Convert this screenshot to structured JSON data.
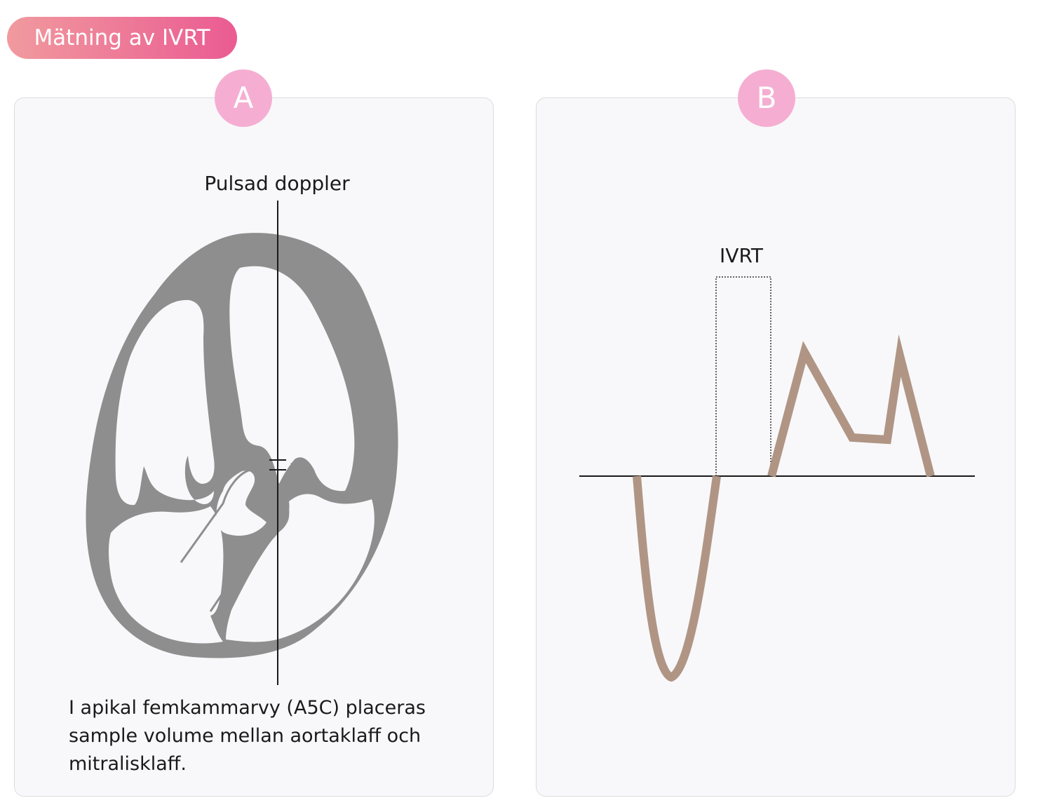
{
  "title": "Mätning av IVRT",
  "panels": [
    {
      "badge": "A",
      "label": "Pulsad doppler"
    },
    {
      "badge": "B",
      "label": "IVRT"
    }
  ],
  "caption": "I apikal femkammarvy (A5C) placeras sample volume mellan aortaklaff och mitralisklaff.",
  "colors": {
    "title_gradient_start": "#f19a9e",
    "title_gradient_end": "#ea5b92",
    "badge": "#f5aed2",
    "heart": "#8e8e8e",
    "waveform": "#b09585"
  }
}
